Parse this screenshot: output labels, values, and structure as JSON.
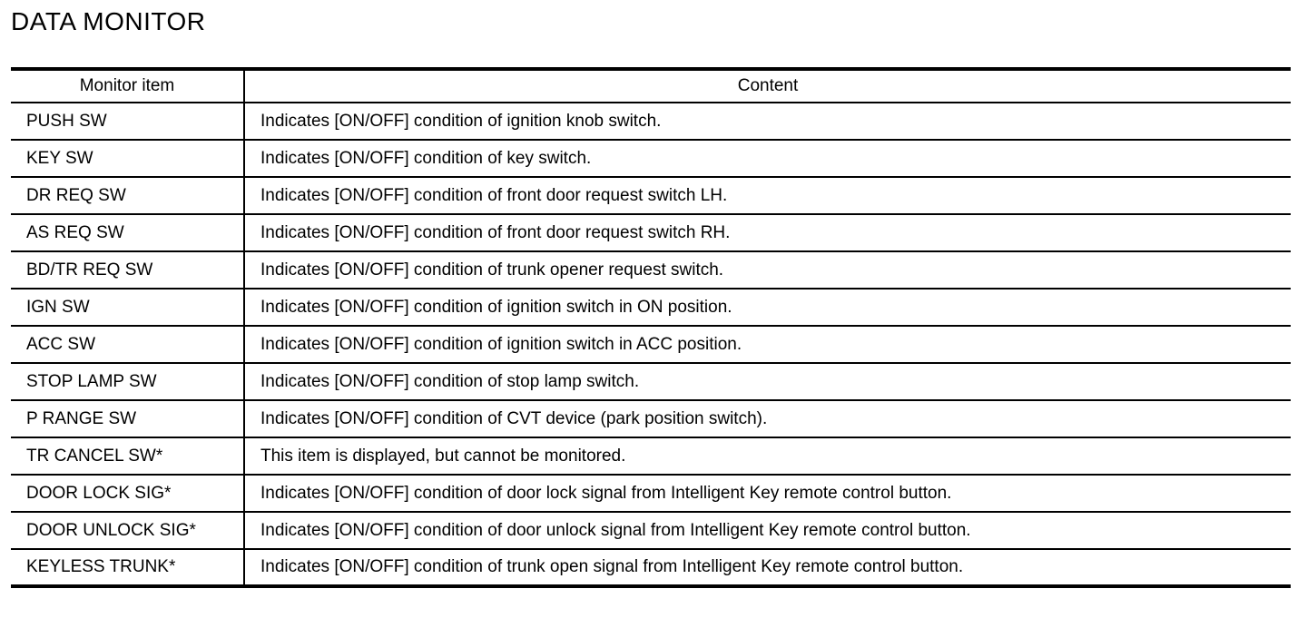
{
  "page": {
    "title": "DATA MONITOR"
  },
  "colors": {
    "text": "#000000",
    "border": "#000000",
    "background": "#ffffff"
  },
  "table": {
    "headers": {
      "item": "Monitor item",
      "content": "Content"
    },
    "rows": [
      {
        "item": "PUSH SW",
        "content": "Indicates [ON/OFF] condition of ignition knob switch."
      },
      {
        "item": "KEY SW",
        "content": "Indicates [ON/OFF] condition of key switch."
      },
      {
        "item": "DR REQ SW",
        "content": "Indicates [ON/OFF] condition of front door request switch LH."
      },
      {
        "item": "AS REQ SW",
        "content": "Indicates [ON/OFF] condition of front door request switch RH."
      },
      {
        "item": "BD/TR REQ SW",
        "content": "Indicates [ON/OFF] condition of trunk opener request switch."
      },
      {
        "item": "IGN SW",
        "content": "Indicates [ON/OFF] condition of ignition switch in ON position."
      },
      {
        "item": "ACC SW",
        "content": "Indicates [ON/OFF] condition of ignition switch in ACC position."
      },
      {
        "item": "STOP LAMP SW",
        "content": "Indicates [ON/OFF] condition of stop lamp switch."
      },
      {
        "item": "P RANGE SW",
        "content": "Indicates [ON/OFF] condition of CVT device (park position switch)."
      },
      {
        "item": "TR CANCEL SW*",
        "content": "This item is displayed, but cannot be monitored."
      },
      {
        "item": "DOOR LOCK SIG*",
        "content": "Indicates [ON/OFF] condition of door lock signal from Intelligent Key remote control button."
      },
      {
        "item": "DOOR UNLOCK SIG*",
        "content": "Indicates [ON/OFF] condition of door unlock signal from Intelligent Key remote control button."
      },
      {
        "item": "KEYLESS TRUNK*",
        "content": "Indicates [ON/OFF] condition of trunk open signal from Intelligent Key remote control button."
      }
    ]
  }
}
